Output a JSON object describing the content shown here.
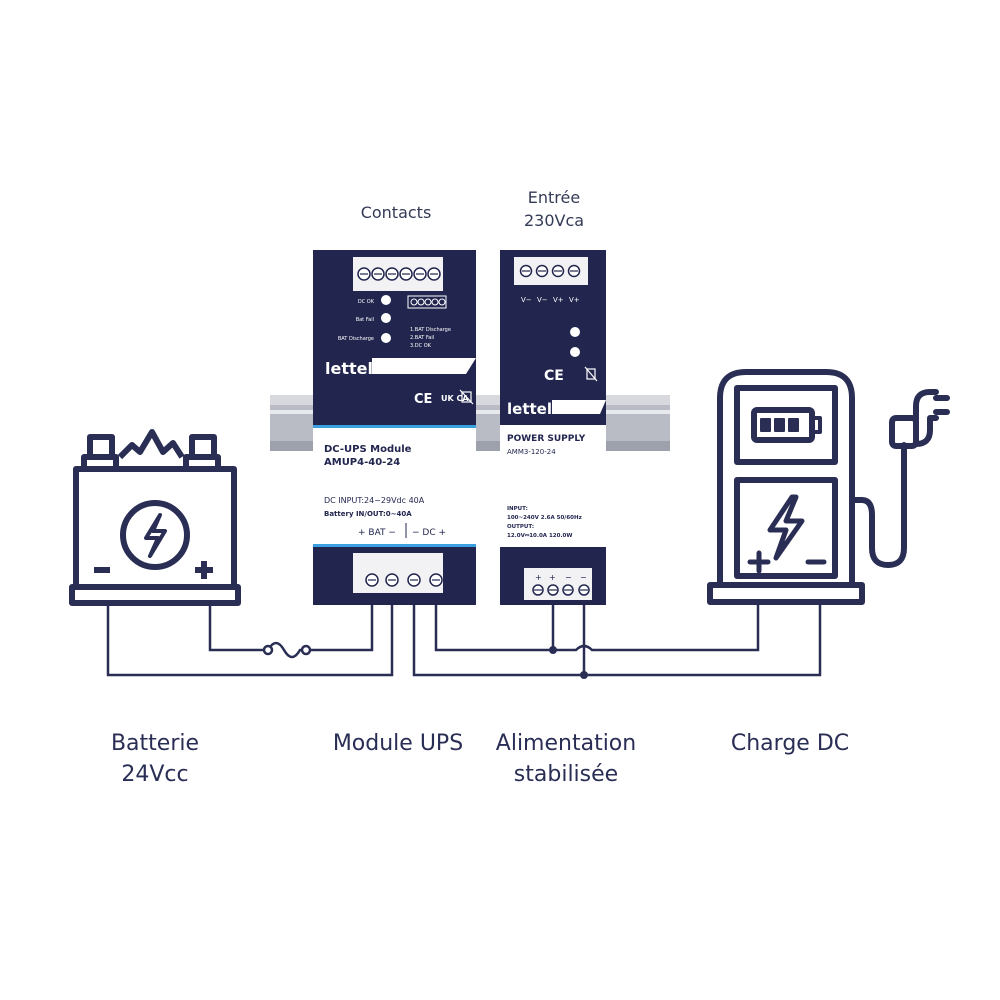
{
  "top_labels": {
    "contacts": "Contacts",
    "input_line1": "Entrée",
    "input_line2": "230Vca"
  },
  "bottom_labels": {
    "battery_line1": "Batterie",
    "battery_line2": "24Vcc",
    "ups": "Module UPS",
    "psu_line1": "Alimentation",
    "psu_line2": "stabilisée",
    "load": "Charge DC"
  },
  "ups_module": {
    "brand": "lettel",
    "title": "DC-UPS Module",
    "model": "AMUP4-40-24",
    "input_spec": "DC INPUT:24~29Vdc 40A",
    "battery_spec": "Battery IN/OUT:0~40A",
    "terminals_left": "+ BAT −",
    "terminals_right": "− DC +",
    "led_dc_ok": "DC OK",
    "led_bat_fail": "Bat Fail",
    "led_bat_discharge": "BAT Discharge",
    "relay_1": "1.BAT Discharge",
    "relay_2": "2.BAT Fail",
    "relay_3": "3.DC OK",
    "cert_ce": "CE",
    "cert_ukca": "UK CA"
  },
  "power_supply": {
    "brand": "lettel",
    "title": "POWER SUPPLY",
    "model": "AMM3-120-24",
    "input_title": "INPUT:",
    "input_spec": "100~240V 2.6A 50/60Hz",
    "output_title": "OUTPUT:",
    "output_spec": "12.0V⎓10.0A 120.0W",
    "terminal_labels": [
      "V−",
      "V−",
      "V+",
      "V+"
    ],
    "bottom_terminal_labels": [
      "+",
      "+",
      "−",
      "−"
    ],
    "cert_ce": "CE"
  },
  "colors": {
    "navy": "#2a2e55",
    "device_navy": "#22264f",
    "accent_blue": "#3aa0e0",
    "rail_gray": "#b9bcc4"
  }
}
